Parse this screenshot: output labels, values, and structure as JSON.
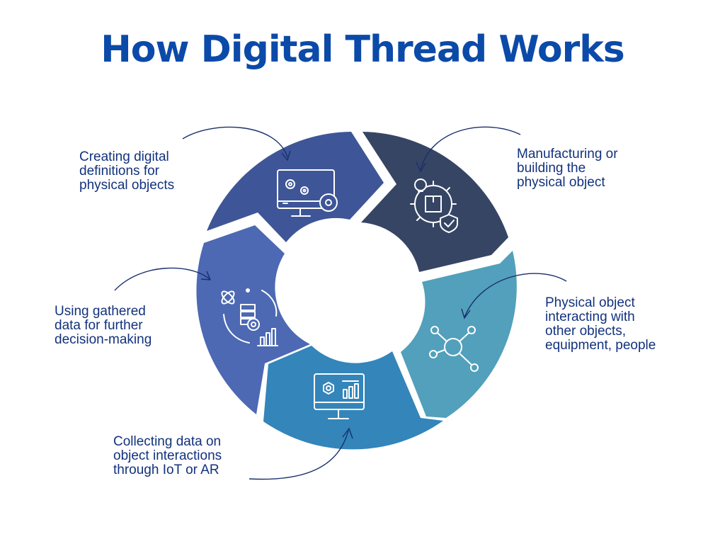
{
  "title": "How Digital Thread Works",
  "stages": [
    {
      "icon": "monitor-gears-icon",
      "color": "#3e5697",
      "lines": [
        "Creating digital",
        "definitions for",
        "physical objects"
      ]
    },
    {
      "icon": "gear-bulb-box-shield-icon",
      "color": "#364564",
      "lines": [
        "Manufacturing or",
        "building the",
        "physical object"
      ]
    },
    {
      "icon": "network-nodes-icon",
      "color": "#52a0bb",
      "lines": [
        "Physical object",
        "interacting with",
        "other objects,",
        "equipment, people"
      ]
    },
    {
      "icon": "monitor-dashboard-icon",
      "color": "#3385ba",
      "lines": [
        "Collecting data on",
        "object interactions",
        "through IoT or AR"
      ]
    },
    {
      "icon": "atom-server-chart-icon",
      "color": "#4d69b3",
      "lines": [
        "Using gathered",
        "data for further",
        "decision-making"
      ]
    }
  ]
}
